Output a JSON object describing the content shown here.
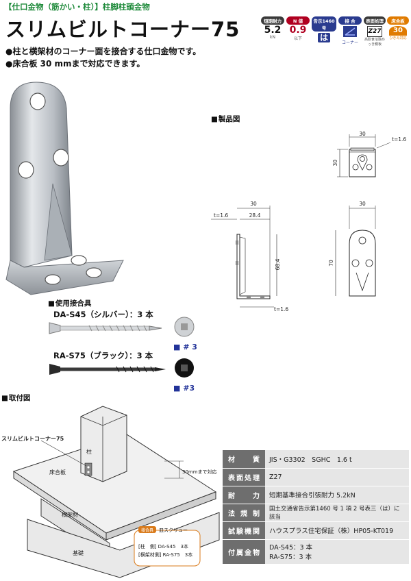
{
  "header": {
    "category": "【仕口金物（筋かい・柱）】柱脚柱頭金物",
    "title": "スリムビルトコーナー75"
  },
  "badges": [
    {
      "head": "短期耐力",
      "value": "5.2",
      "sub": "kN",
      "color": "#3a3a3a"
    },
    {
      "head": "N 値",
      "value": "0.9",
      "sub": "以下",
      "color": "#b00020"
    },
    {
      "head": "告示1460号",
      "value": "は",
      "sub": "",
      "color": "#2a3b8f"
    },
    {
      "head": "接 合",
      "value": "",
      "sub": "コーナー",
      "color": "#2a3b8f"
    },
    {
      "head": "表面処理",
      "value": "Z27",
      "sub": "高耐食溶融めっき鋼板",
      "color": "#3a3a3a"
    },
    {
      "head": "床合板",
      "value": "30",
      "sub": "ひきみ対応",
      "color": "#e07b00"
    }
  ],
  "description": [
    "●柱と横架材のコーナー面を接合する仕口金物です。",
    "●床合板 30 mmまで対応できます。"
  ],
  "sections": {
    "product_drawing": "製品図",
    "fasteners": "使用接合具",
    "installation": "取付図"
  },
  "screws": [
    {
      "name": "DA-S45（シルバー）：3 本",
      "bit": "■ # 3"
    },
    {
      "name": "RA-S75（ブラック）：3 本",
      "bit": "■ #3"
    }
  ],
  "dimensions": {
    "top_width": "30",
    "top_height": "30",
    "top_t": "t=1.6",
    "side_width": "30",
    "side_inner": "28.4",
    "side_t": "t=1.6",
    "side_height": "68.4",
    "side_t_bottom": "t=1.6",
    "front_width": "30",
    "front_height": "70"
  },
  "installation": {
    "product_label": "スリムビルトコーナー75",
    "post": "柱",
    "floor": "床合板",
    "beam": "横架材",
    "foundation": "基礎",
    "floor_note": "30mmまで対応",
    "legend_tag": "接合具",
    "legend_title": "皿スクリュー",
    "legend_line1": "[柱　側] DA-S45　3本",
    "legend_line2": "[横架材側] RA-S75　3本"
  },
  "spec": [
    {
      "key": "材質",
      "value": "JIS・G3302　SGHC　1.6 t"
    },
    {
      "key": "表面処理",
      "value": "Z27"
    },
    {
      "key": "耐力",
      "value": "短期基準接合引張耐力 5.2kN"
    },
    {
      "key": "法規制",
      "value": "国土交通省告示第1460 号 1 項 2 号表三（は）に該当"
    },
    {
      "key": "試験機関",
      "value": "ハウスプラス住宅保証（株）HP05-KT019"
    },
    {
      "key": "付属金物",
      "value": "DA-S45：3 本",
      "value2": "RA-S75：3 本"
    }
  ]
}
